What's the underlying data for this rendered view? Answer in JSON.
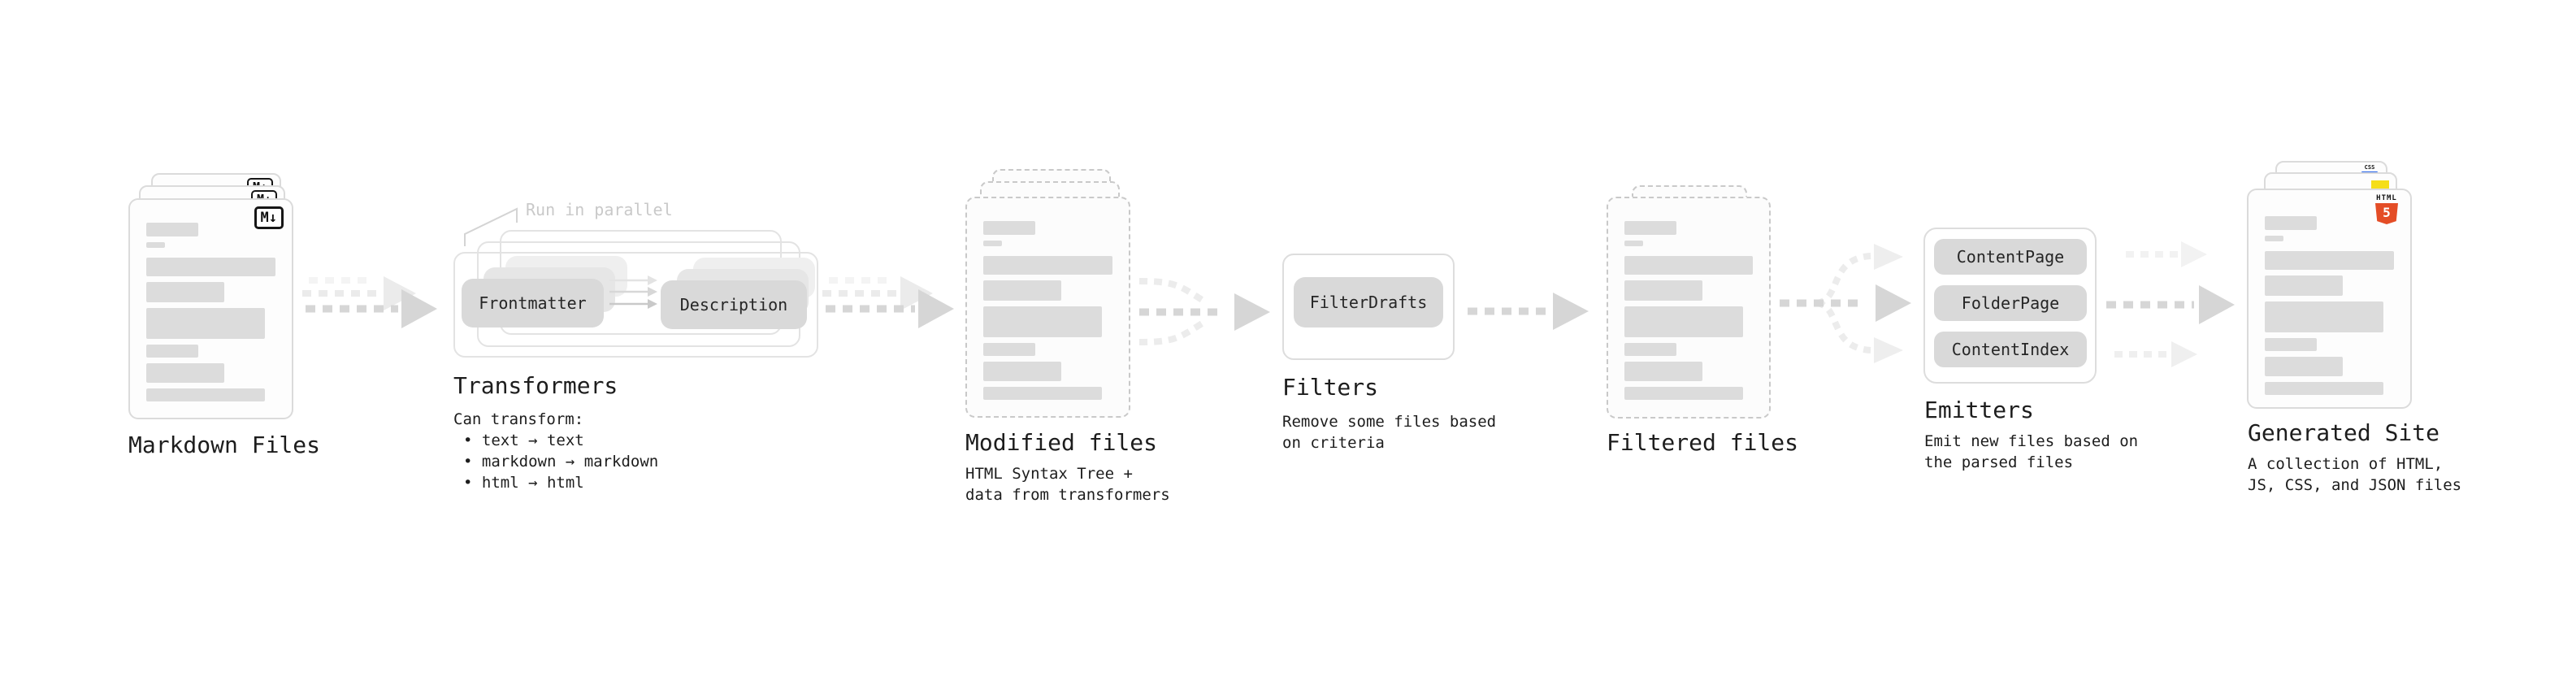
{
  "colors": {
    "html5_orange": "#e44d26",
    "js_yellow": "#f5de19",
    "css_blue": "#2563eb",
    "arrow_gray": "#d6d6d6",
    "arrow_ghost": "#ebebeb",
    "annotation_gray": "#c9c9c9"
  },
  "stages": {
    "markdown": {
      "label": "Markdown Files",
      "badge": "M↓"
    },
    "transformers": {
      "label": "Transformers",
      "annotation": "Run in parallel",
      "pill_left": "Frontmatter",
      "pill_right": "Description",
      "desc_title": "Can transform:",
      "bullets": [
        "• text → text",
        "• markdown → markdown",
        "• html → html"
      ]
    },
    "modified": {
      "label": "Modified files",
      "desc": [
        "HTML Syntax Tree +",
        "data from transformers"
      ]
    },
    "filters": {
      "label": "Filters",
      "pill": "FilterDrafts",
      "desc": [
        "Remove some files based",
        "on criteria"
      ]
    },
    "filtered": {
      "label": "Filtered files"
    },
    "emitters": {
      "label": "Emitters",
      "pills": [
        "ContentPage",
        "FolderPage",
        "ContentIndex"
      ],
      "desc": [
        "Emit new files based on",
        "the parsed files"
      ]
    },
    "generated": {
      "label": "Generated Site",
      "desc": [
        "A collection of HTML,",
        "JS, CSS, and JSON files"
      ],
      "badges": {
        "html_word": "HTML",
        "html_five": "5",
        "css": "CSS"
      }
    }
  }
}
